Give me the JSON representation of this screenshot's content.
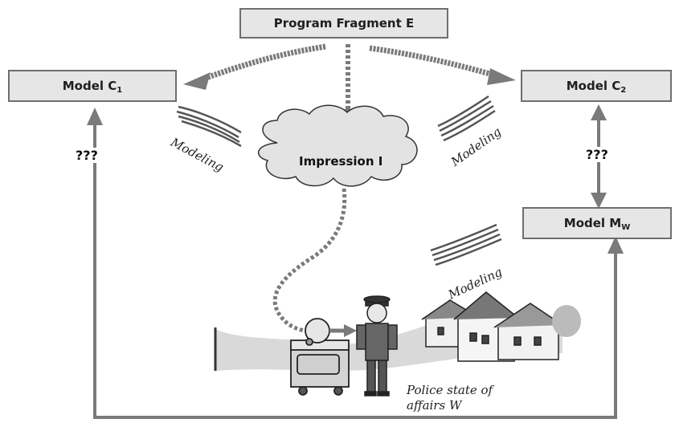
{
  "nodes": {
    "program_fragment": "Program Fragment E",
    "model_c1": {
      "text": "Model C",
      "sub": "1"
    },
    "model_c2": {
      "text": "Model C",
      "sub": "2"
    },
    "model_w": {
      "text": "Model M",
      "sub": "W"
    },
    "impression": "Impression I"
  },
  "labels": {
    "unknown_left": "???",
    "unknown_right": "???",
    "modeling_left": "Modeling",
    "modeling_center": "Modeling",
    "modeling_lower": "Modeling",
    "police_state_line1": "Police state of",
    "police_state_line2": "affairs W"
  },
  "colors": {
    "box_fill": "#e6e6e6",
    "box_border": "#6e6e6e",
    "arrow": "#7a7a7a",
    "cloud_fill": "#e3e3e3"
  }
}
